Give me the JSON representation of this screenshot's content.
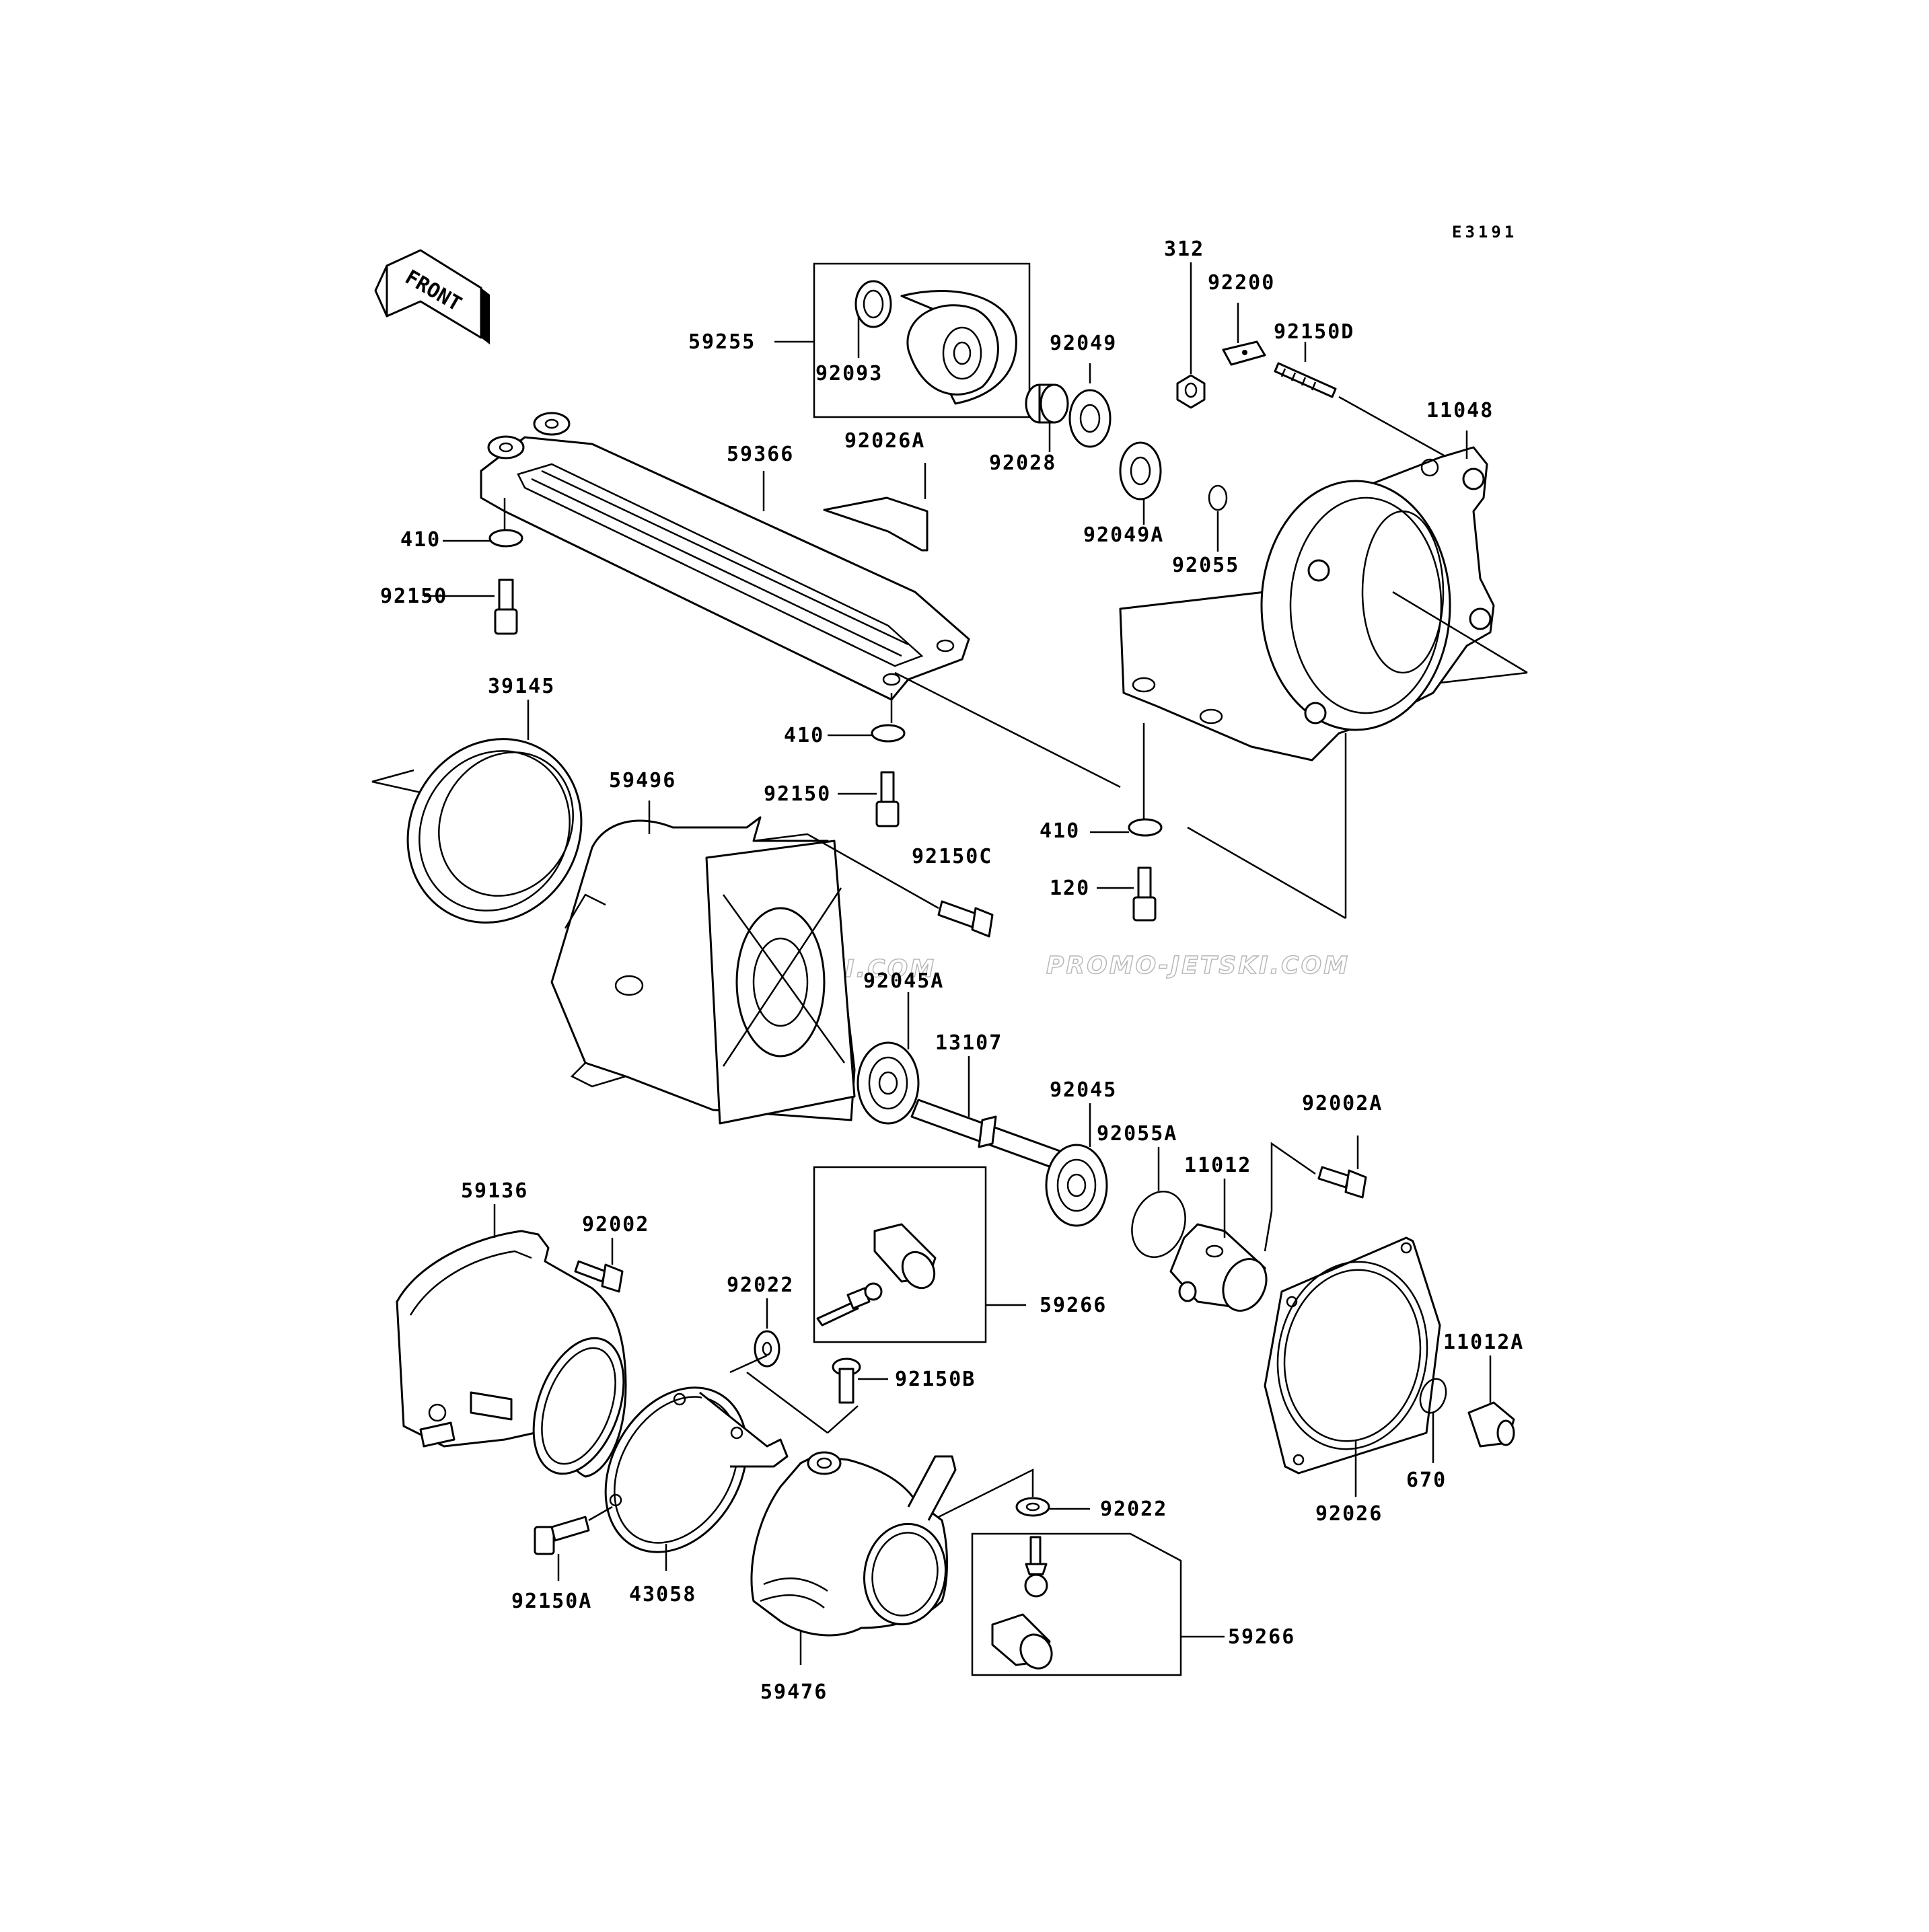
{
  "diagram_code": "E3191",
  "front_label": "FRONT",
  "watermark": "PROMO-JETSKI.COM",
  "parts": {
    "p312": "312",
    "p92200": "92200",
    "p92150D": "92150D",
    "p11048": "11048",
    "p59255": "59255",
    "p92093": "92093",
    "p92049": "92049",
    "p92028": "92028",
    "p92049A": "92049A",
    "p92055": "92055",
    "p59366": "59366",
    "p92026A": "92026A",
    "p410a": "410",
    "p92150a": "92150",
    "p39145": "39145",
    "p59496": "59496",
    "p410b": "410",
    "p92150b": "92150",
    "p92150C": "92150C",
    "p410c": "410",
    "p120": "120",
    "p92045A": "92045A",
    "p13107": "13107",
    "p92045": "92045",
    "p92055A": "92055A",
    "p11012": "11012",
    "p92002A": "92002A",
    "p59136": "59136",
    "p92002": "92002",
    "p92022a": "92022",
    "p59266a": "59266",
    "p92150B": "92150B",
    "p11012A": "11012A",
    "p670": "670",
    "p92026": "92026",
    "p92022b": "92022",
    "p92150A": "92150A",
    "p43058": "43058",
    "p59266b": "59266",
    "p59476": "59476"
  }
}
